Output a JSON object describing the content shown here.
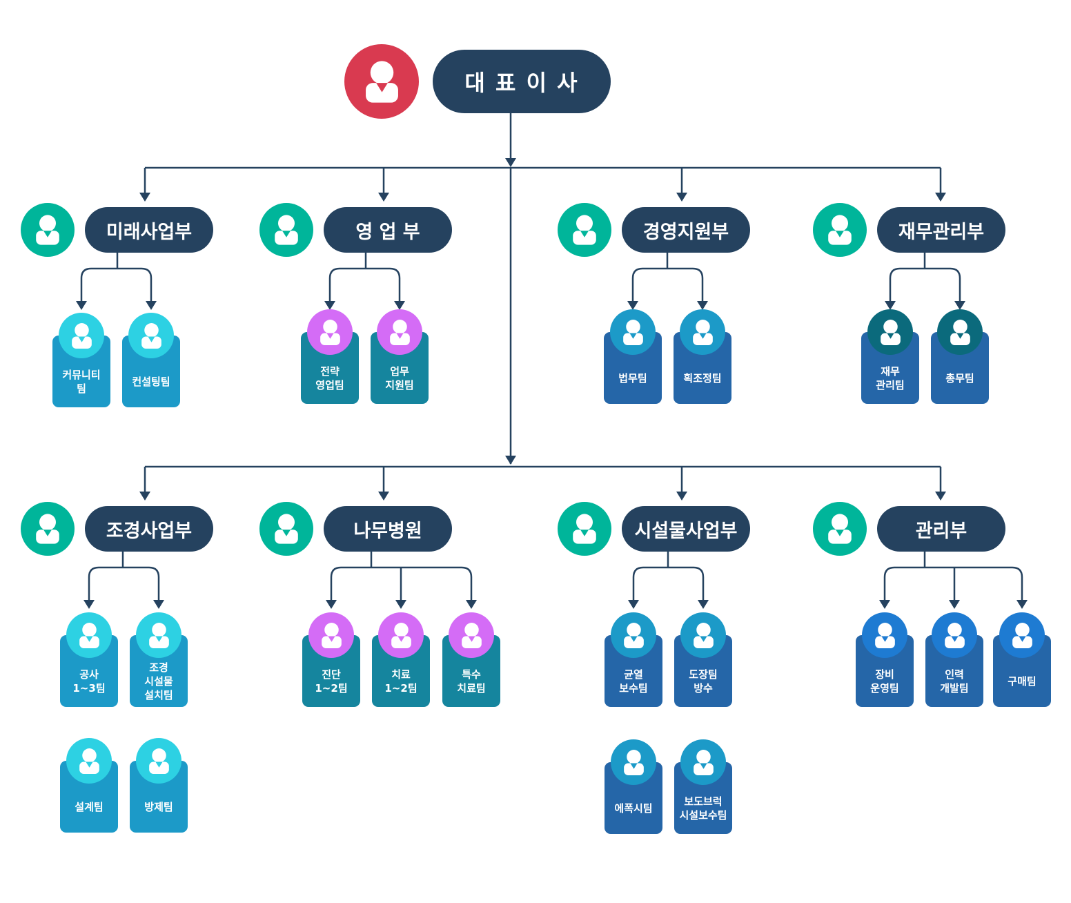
{
  "colors": {
    "line": "#25425f",
    "pill": "#25425f",
    "ceo_circle": "#d93a50",
    "dept_circle": "#00b59a"
  },
  "icon": "person-icon",
  "ceo": {
    "label": "대 표 이 사"
  },
  "departments": [
    {
      "name": "미래사업부",
      "teams": [
        {
          "label": "커뮤니티\n팀",
          "card": "#1c9ac8",
          "badge": "#2dd1e3"
        },
        {
          "label": "컨설팅팀",
          "card": "#1c9ac8",
          "badge": "#2dd1e3"
        }
      ]
    },
    {
      "name": "영 업 부",
      "teams": [
        {
          "label": "전략\n영업팀",
          "card": "#15859e",
          "badge": "#d46cf6"
        },
        {
          "label": "업무\n지원팀",
          "card": "#15859e",
          "badge": "#d46cf6"
        }
      ]
    },
    {
      "name": "경영지원부",
      "teams": [
        {
          "label": "법무팀",
          "card": "#2566a8",
          "badge": "#1c9ac8"
        },
        {
          "label": "획조정팀",
          "card": "#2566a8",
          "badge": "#1c9ac8"
        }
      ]
    },
    {
      "name": "재무관리부",
      "teams": [
        {
          "label": "재무\n관리팀",
          "card": "#2566a8",
          "badge": "#0b6a7c"
        },
        {
          "label": "총무팀",
          "card": "#2566a8",
          "badge": "#0b6a7c"
        }
      ]
    },
    {
      "name": "조경사업부",
      "teams": [
        {
          "label": "공사\n1~3팀",
          "card": "#1c9ac8",
          "badge": "#2dd1e3"
        },
        {
          "label": "조경\n시설물\n설치팀",
          "card": "#1c9ac8",
          "badge": "#2dd1e3"
        },
        {
          "label": "설계팀",
          "card": "#1c9ac8",
          "badge": "#2dd1e3"
        },
        {
          "label": "방제팀",
          "card": "#1c9ac8",
          "badge": "#2dd1e3"
        }
      ]
    },
    {
      "name": "나무병원",
      "teams": [
        {
          "label": "진단\n1~2팀",
          "card": "#15859e",
          "badge": "#d46cf6"
        },
        {
          "label": "치료\n1~2팀",
          "card": "#15859e",
          "badge": "#d46cf6"
        },
        {
          "label": "특수\n치료팀",
          "card": "#15859e",
          "badge": "#d46cf6"
        }
      ]
    },
    {
      "name": "시설물사업부",
      "teams": [
        {
          "label": "균열\n보수팀",
          "card": "#2566a8",
          "badge": "#1c9ac8"
        },
        {
          "label": "도장팀\n방수",
          "card": "#2566a8",
          "badge": "#1c9ac8"
        },
        {
          "label": "에폭시팀",
          "card": "#2566a8",
          "badge": "#1c9ac8"
        },
        {
          "label": "보도브럭\n시설보수팀",
          "card": "#2566a8",
          "badge": "#1c9ac8"
        }
      ]
    },
    {
      "name": "관리부",
      "teams": [
        {
          "label": "장비\n운영팀",
          "card": "#2566a8",
          "badge": "#1e7bd2"
        },
        {
          "label": "인력\n개발팀",
          "card": "#2566a8",
          "badge": "#1e7bd2"
        },
        {
          "label": "구매팀",
          "card": "#2566a8",
          "badge": "#1e7bd2"
        }
      ]
    }
  ]
}
